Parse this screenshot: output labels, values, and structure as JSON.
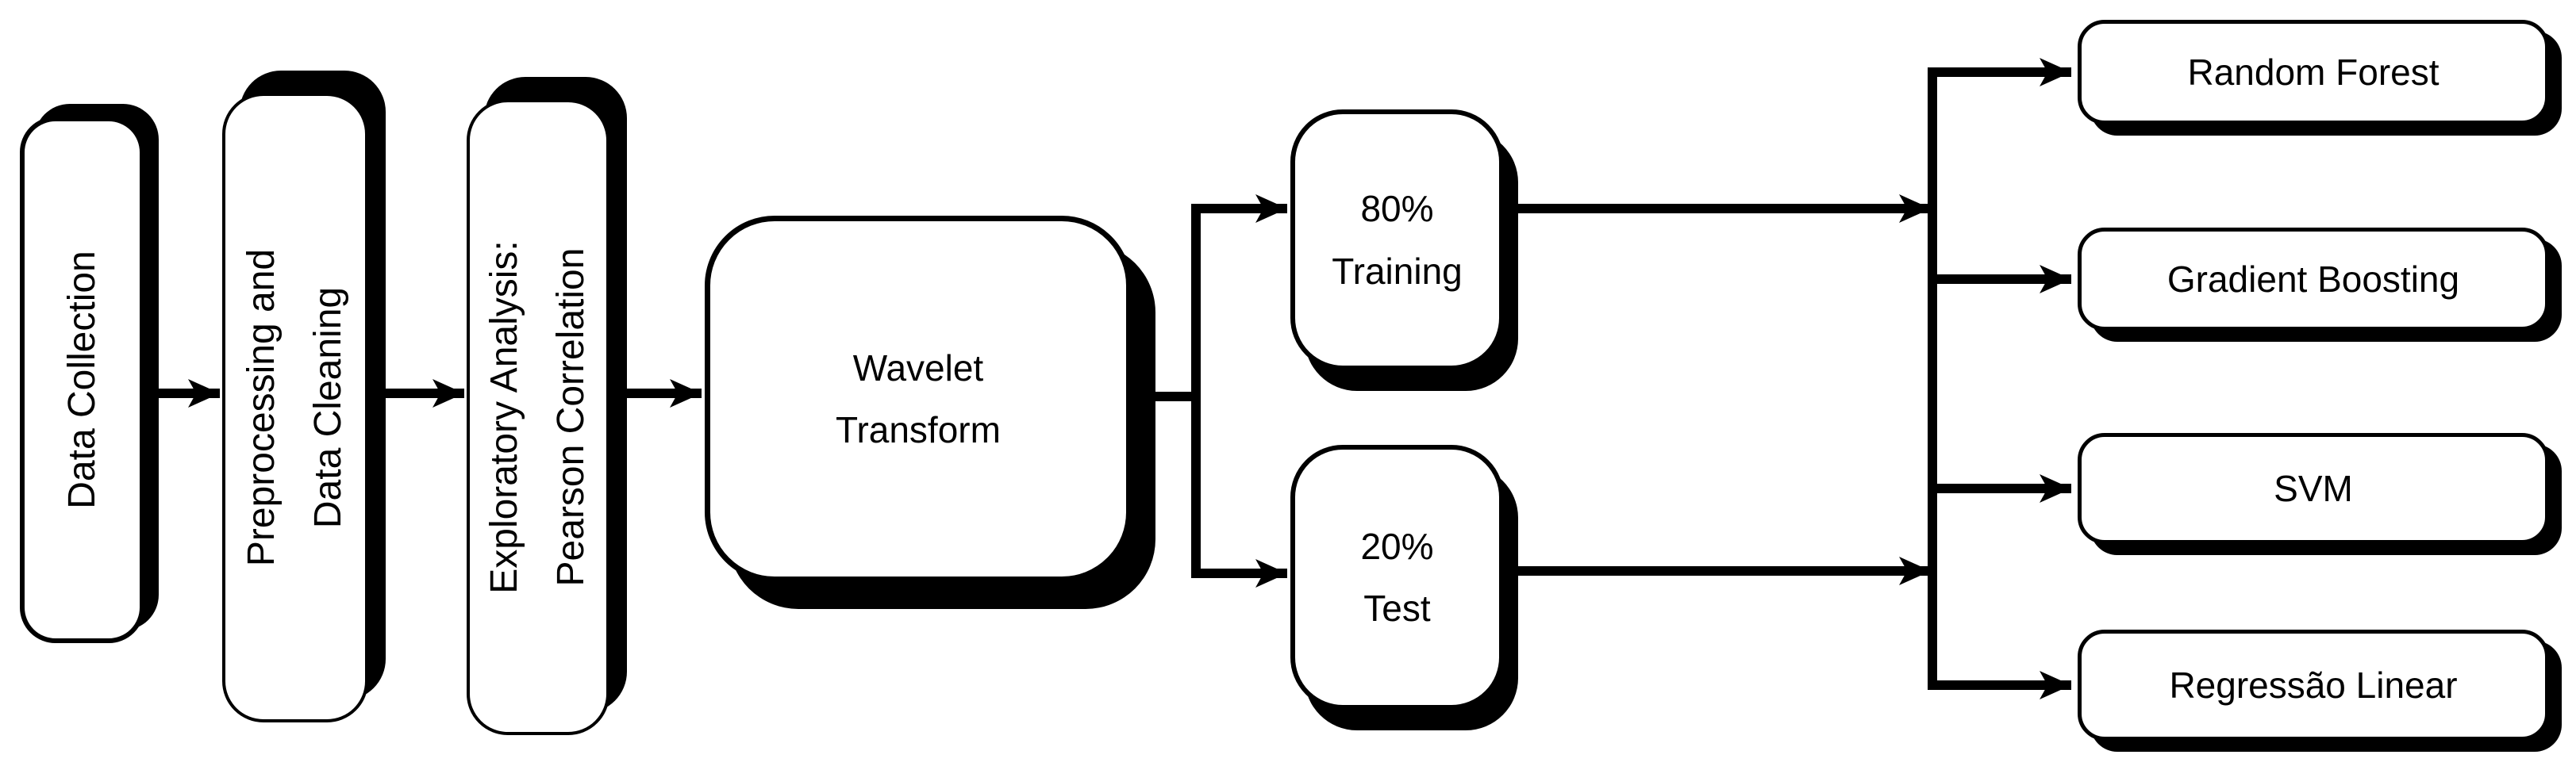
{
  "diagram": {
    "type": "flowchart",
    "background_color": "#ffffff",
    "node_fill_color": "#ffffff",
    "stroke_color": "#000000"
  },
  "nodes": [
    {
      "id": "data-collection",
      "label": "Data Collection"
    },
    {
      "id": "preprocessing",
      "label": "Preprocessing and\nData Cleaning"
    },
    {
      "id": "exploratory-analysis",
      "label": "Exploratory Analysis:\nPearson Correlation"
    },
    {
      "id": "wavelet-transform",
      "label": "Wavelet\nTransform"
    },
    {
      "id": "training-split",
      "label": "80%\nTraining"
    },
    {
      "id": "test-split",
      "label": "20%\nTest"
    },
    {
      "id": "random-forest",
      "label": "Random Forest"
    },
    {
      "id": "gradient-boosting",
      "label": "Gradient Boosting"
    },
    {
      "id": "svm",
      "label": "SVM"
    },
    {
      "id": "regressao-linear",
      "label": "Regressão Linear"
    }
  ],
  "edges": [
    {
      "from": "data-collection",
      "to": "preprocessing"
    },
    {
      "from": "preprocessing",
      "to": "exploratory-analysis"
    },
    {
      "from": "exploratory-analysis",
      "to": "wavelet-transform"
    },
    {
      "from": "wavelet-transform",
      "to": "training-split"
    },
    {
      "from": "wavelet-transform",
      "to": "test-split"
    },
    {
      "from": "training-split",
      "to": "models-junction"
    },
    {
      "from": "test-split",
      "to": "models-junction"
    },
    {
      "from": "models-junction",
      "to": "random-forest"
    },
    {
      "from": "models-junction",
      "to": "gradient-boosting"
    },
    {
      "from": "models-junction",
      "to": "svm"
    },
    {
      "from": "models-junction",
      "to": "regressao-linear"
    }
  ]
}
